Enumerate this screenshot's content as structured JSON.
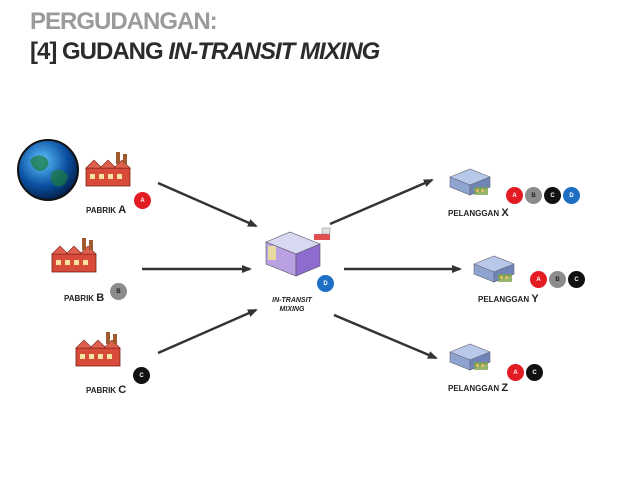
{
  "title": {
    "line1": "PERGUDANGAN:",
    "line2_prefix": "[4] GUDANG ",
    "line2_italic": "IN-TRANSIT MIXING"
  },
  "colors": {
    "A": "#e31b23",
    "B": "#8c8c8c",
    "C": "#111111",
    "D": "#1e6fc4",
    "arrow": "#333333"
  },
  "factories": [
    {
      "prefix": "PABRIK ",
      "letter": "A",
      "badge": "A"
    },
    {
      "prefix": "PABRIK ",
      "letter": "B",
      "badge": "B"
    },
    {
      "prefix": "PABRIK ",
      "letter": "C",
      "badge": "C"
    }
  ],
  "hub": {
    "line1": "IN-TRANSIT",
    "line2": "MIXING",
    "badge": "D"
  },
  "customers": [
    {
      "prefix": "PELANGGAN ",
      "letter": "X",
      "badges": [
        "A",
        "B",
        "C",
        "D"
      ]
    },
    {
      "prefix": "PELANGGAN ",
      "letter": "Y",
      "badges": [
        "A",
        "B",
        "C"
      ]
    },
    {
      "prefix": "PELANGGAN ",
      "letter": "Z",
      "badges": [
        "A",
        "C"
      ]
    }
  ],
  "icons": [
    "globe-icon",
    "factory-icon",
    "mixing-warehouse-icon",
    "customer-building-icon"
  ]
}
